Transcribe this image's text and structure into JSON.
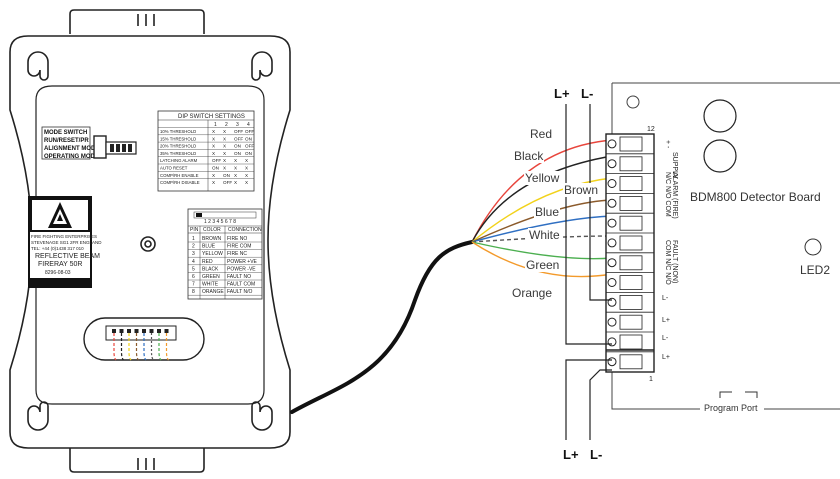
{
  "detector": {
    "dip_title": "DIP SWITCH SETTINGS",
    "dip_cols": [
      "1",
      "2",
      "3",
      "4"
    ],
    "dip_rows": [
      {
        "label": "10% THRESHOLD",
        "v": [
          "X",
          "X",
          "OFF",
          "OFF"
        ]
      },
      {
        "label": "15% THRESHOLD",
        "v": [
          "X",
          "X",
          "OFF",
          "ON"
        ]
      },
      {
        "label": "20% THRESHOLD",
        "v": [
          "X",
          "X",
          "ON",
          "OFF"
        ]
      },
      {
        "label": "35% THRESHOLD",
        "v": [
          "X",
          "X",
          "ON",
          "ON"
        ]
      },
      {
        "label": "LATCHING ALARM",
        "v": [
          "OFF",
          "X",
          "X",
          "X"
        ]
      },
      {
        "label": "AUTO RESET",
        "v": [
          "ON",
          "X",
          "X",
          "X"
        ]
      },
      {
        "label": "COMP/RH ENABLE",
        "v": [
          "X",
          "ON",
          "X",
          "X"
        ]
      },
      {
        "label": "COMP/RH DISABLE",
        "v": [
          "X",
          "OFF",
          "X",
          "X"
        ]
      }
    ],
    "mode_lines": [
      "MODE SWITCH",
      "RUN/RESET/PR",
      "ALIGNMENT MODE",
      "OPERATING MODE"
    ],
    "terminal_header": [
      "PIN",
      "COLOR",
      "CONNECTION"
    ],
    "terminal_rows": [
      {
        "pin": "1",
        "color": "BROWN",
        "conn": "FIRE NO"
      },
      {
        "pin": "2",
        "color": "BLUE",
        "conn": "FIRE COM"
      },
      {
        "pin": "3",
        "color": "YELLOW",
        "conn": "FIRE NC"
      },
      {
        "pin": "4",
        "color": "RED",
        "conn": "POWER +VE"
      },
      {
        "pin": "5",
        "color": "BLACK",
        "conn": "POWER -VE"
      },
      {
        "pin": "6",
        "color": "GREEN",
        "conn": "FAULT NO"
      },
      {
        "pin": "7",
        "color": "WHITE",
        "conn": "FAULT COM"
      },
      {
        "pin": "8",
        "color": "ORANGE",
        "conn": "FAULT N/O"
      }
    ],
    "connector_numbers": "1 2 3 4 5 6 7 8",
    "label_lines": [
      "FIRE FIGHTING ENTERPRISES",
      "STEVENAGE SG1 2FR ENGLAND",
      "TEL: +44 (0)1438 317 010",
      "REFLECTIVE BEAM",
      "FIRERAY 50R",
      "8296-08-03"
    ]
  },
  "wires": [
    {
      "name": "Red",
      "color": "#e8453c"
    },
    {
      "name": "Black",
      "color": "#222222"
    },
    {
      "name": "Yellow",
      "color": "#f2d21b"
    },
    {
      "name": "Brown",
      "color": "#8b5a2b"
    },
    {
      "name": "Blue",
      "color": "#2f6fc2"
    },
    {
      "name": "White",
      "color": "#555555"
    },
    {
      "name": "Green",
      "color": "#4caf50"
    },
    {
      "name": "Orange",
      "color": "#f39a2b"
    }
  ],
  "board": {
    "title": "BDM800 Detector Board",
    "led_label": "LED2",
    "program_port": "Program Port",
    "terminal_top": "12",
    "terminal_bottom": "1",
    "supply_label": "SUPPLY",
    "supply_pm": "+  -",
    "alarm_label": "ALARM (FIRE)",
    "alarm_terms": "N/C  N/O  COM",
    "fault_label": "FAULT (NON)",
    "fault_terms": "COM  N/C  N/O",
    "loop_terms": [
      "L-",
      "L+",
      "L-",
      "L+"
    ]
  },
  "loop_labels": {
    "top_plus": "L+",
    "top_minus": "L-",
    "bottom_plus": "L+",
    "bottom_minus": "L-"
  }
}
